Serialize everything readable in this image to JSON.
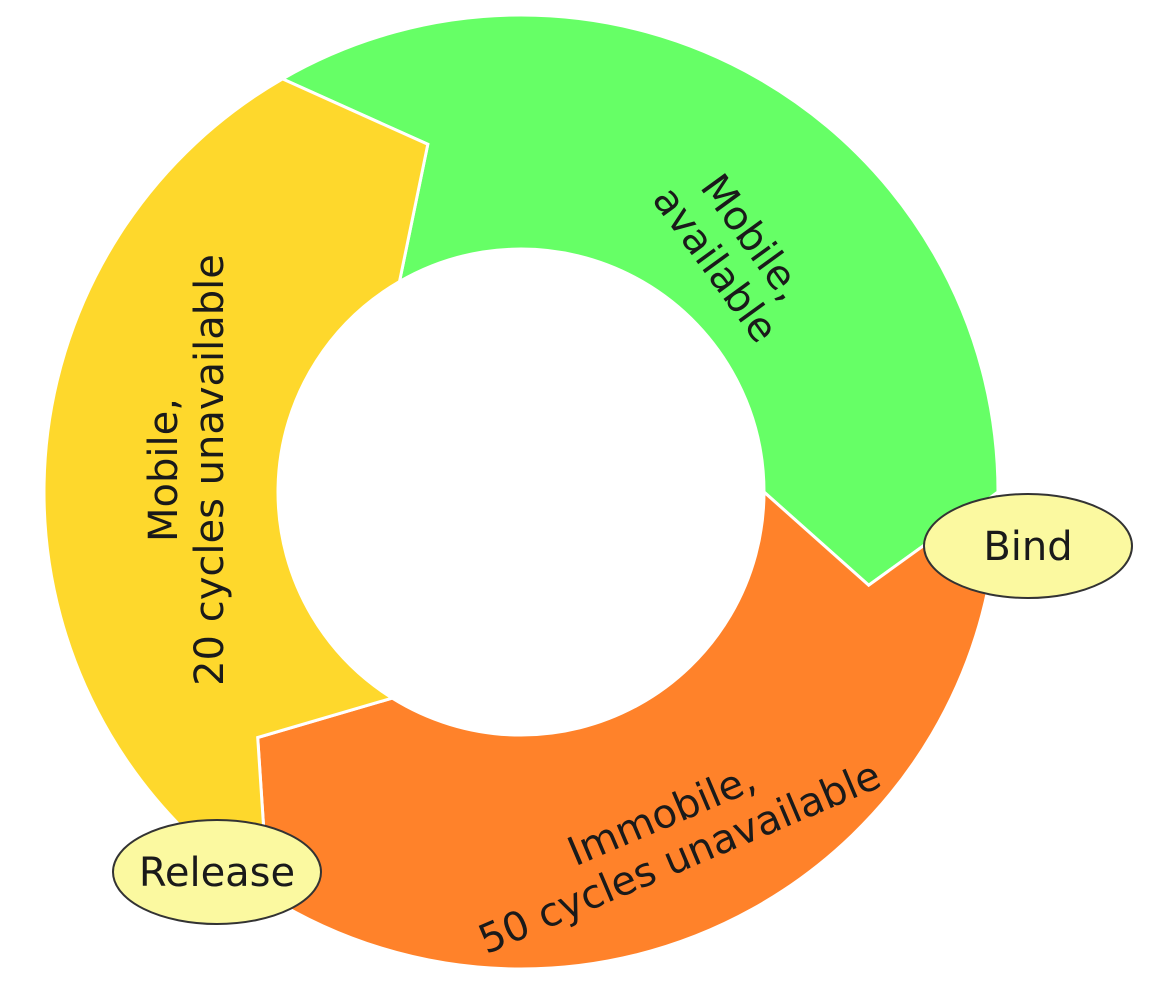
{
  "title": "Binding cycle",
  "segments": [
    {
      "id": "green",
      "line1": "Mobile,",
      "line2": "available",
      "color": "#66ff66"
    },
    {
      "id": "orange",
      "line1": "Immobile,",
      "line2": "50 cycles unavailable",
      "color": "#ff822a"
    },
    {
      "id": "yellow",
      "line1": "Mobile,",
      "line2": "20 cycles unavailable",
      "color": "#fed82c"
    }
  ],
  "events": {
    "bind": "Bind",
    "release": "Release",
    "event_fill": "#fbf9a0"
  }
}
